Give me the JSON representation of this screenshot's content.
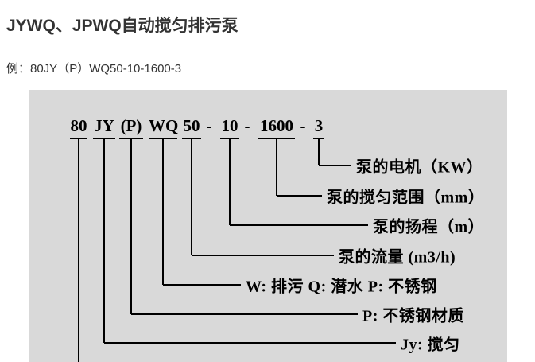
{
  "header": {
    "title": "JYWQ、JPWQ自动搅匀排污泵",
    "example": "例：80JY（P）WQ50-10-1600-3"
  },
  "diagram": {
    "code": {
      "segments": [
        "80",
        "JY",
        "(P)",
        "WQ",
        "50",
        "10",
        "1600",
        "3"
      ],
      "separator": "-"
    },
    "labels": [
      "泵的电机（KW）",
      "泵的搅匀范围（mm）",
      "泵的扬程（m）",
      "泵的流量 (m3/h)",
      "W: 排污 Q: 潜水 P: 不锈钢",
      "P: 不锈钢材质",
      "Jy: 搅匀"
    ],
    "colors": {
      "box_background": "#d9d9d9",
      "line": "#000000"
    }
  }
}
